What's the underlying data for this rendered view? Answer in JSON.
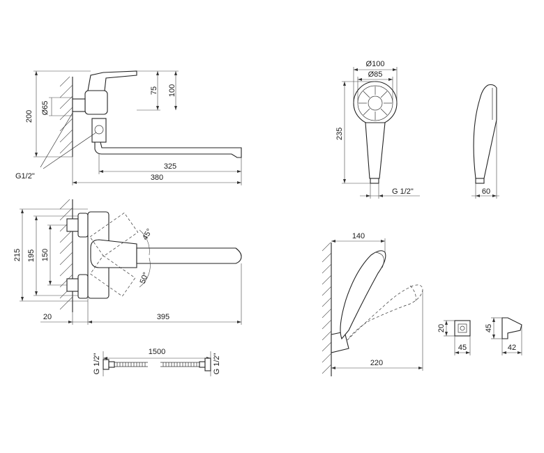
{
  "faucet_side_view": {
    "height_total": "200",
    "connector_dia": "Ø65",
    "thread_label": "G1/2\"",
    "height_lever": "75",
    "height_top": "100",
    "spout_reach": "325",
    "overall_reach": "380"
  },
  "faucet_top_view": {
    "height_outer": "215",
    "height_mid": "195",
    "height_inner": "150",
    "angle_upper": "45°",
    "angle_lower": "50°",
    "wall_offset": "20",
    "overall_length": "395"
  },
  "hose": {
    "length": "1500",
    "left_thread": "G 1/2\"",
    "right_thread": "G 1/2\""
  },
  "hand_shower_front": {
    "outer_dia": "Ø100",
    "inner_dia": "Ø85",
    "length": "235",
    "thread_label": "G 1/2\""
  },
  "hand_shower_side": {
    "thickness": "60"
  },
  "shower_holder": {
    "mount_depth": "140",
    "reach": "220"
  },
  "wall_bracket": {
    "front_height": "20",
    "front_width": "45",
    "side_height": "45",
    "side_width": "42"
  }
}
